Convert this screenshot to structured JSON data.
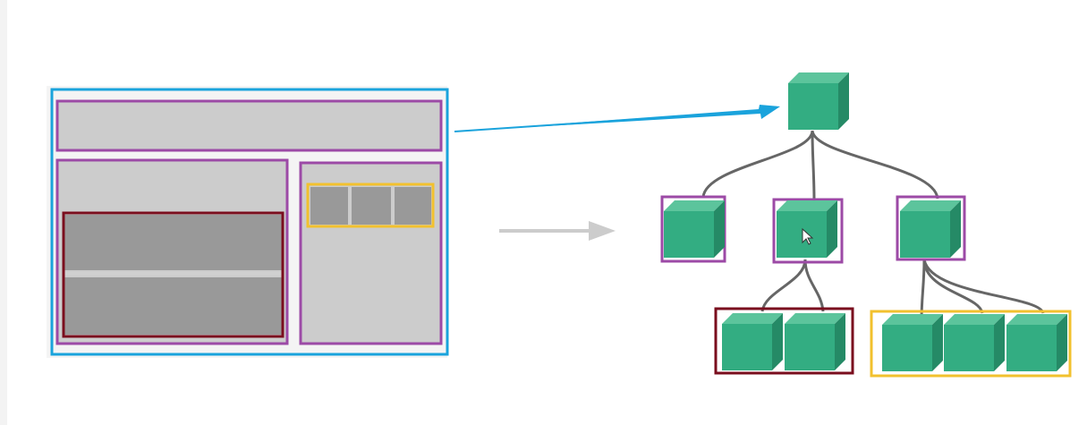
{
  "diagram": {
    "colors": {
      "outer_frame": "#1aa3dc",
      "section": "#9c4aa6",
      "list_group": "#7a0e1e",
      "button_group": "#f2c12e",
      "block_light": "#cccccc",
      "block_dark": "#999999",
      "cube_front": "#33ad82",
      "cube_top": "#5cc49c",
      "cube_side": "#258a66",
      "connector": "#666666",
      "arrow_main": "#1aa3dc",
      "arrow_transform": "#cccccc"
    },
    "icons": [
      "cursor-icon"
    ],
    "mockup": {
      "sections": [
        "header",
        "main",
        "sidebar"
      ],
      "list_rows": 2,
      "toolbar_buttons": 3
    },
    "tree": {
      "root": "root",
      "children": [
        {
          "id": "header",
          "children": []
        },
        {
          "id": "main",
          "children": [
            "list-row-1",
            "list-row-2"
          ]
        },
        {
          "id": "sidebar",
          "children": [
            "button-1",
            "button-2",
            "button-3"
          ]
        }
      ]
    }
  }
}
